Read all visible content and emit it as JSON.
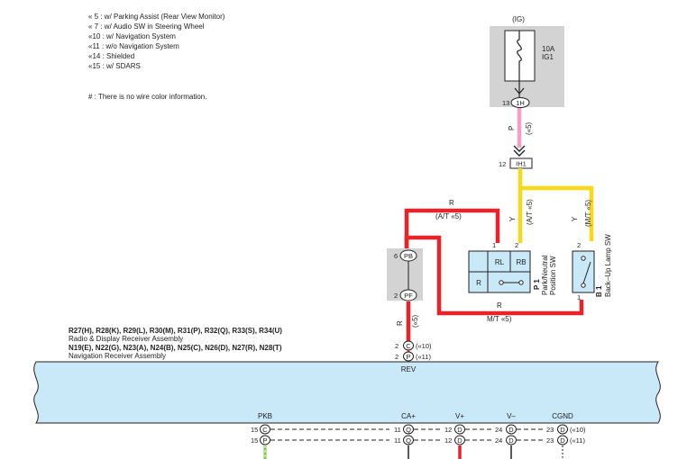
{
  "notes": [
    "« 5 : w/ Parking Assist (Rear View Monitor)",
    "« 7 : w/ Audio SW in Steering Wheel",
    "«10 : w/ Navigation System",
    "«11 : w/o Navigation System",
    "«14 : Shielded",
    "«15 : w/ SDARS"
  ],
  "footnote": "# : There is no wire color information.",
  "fuse": {
    "source": "(IG)",
    "rating": "10A",
    "name": "IG1",
    "pin": "13",
    "connector": "1H"
  },
  "connector_ih1": {
    "pin": "12",
    "code": "IH1",
    "mark": "(«5)"
  },
  "wires": {
    "pink": "P",
    "r_top": "R",
    "r_top_note": "(A/T «5)",
    "y_left": "Y",
    "y_left_note": "(A/T «5)",
    "y_right": "Y",
    "y_right_note": "(M/T «5)",
    "r_bottom": "R",
    "r_bottom_note": "M/T «5)",
    "r_vert": "R",
    "r_vert_note": "(«5)"
  },
  "junction": {
    "pin_top": "6",
    "code_top": "PB",
    "pin_bot": "2",
    "code_bot": "PF"
  },
  "park_sw": {
    "pin_rl": "1",
    "pin_rb": "2",
    "rl": "RL",
    "rb": "RB",
    "r": "R",
    "code": "P 1",
    "name_line1": "Park/Neutral",
    "name_line2": "Position SW"
  },
  "backup_sw": {
    "pin_top": "2",
    "pin_bot": "1",
    "code": "B 1",
    "name": "Back–Up Lamp SW"
  },
  "radio": {
    "models": "R27(H), R28(K), R29(L), R30(M), R31(P), R32(Q), R33(S), R34(U)",
    "name": "Radio & Display Receiver Assembly",
    "pin": "2",
    "conn": "C",
    "mark": "(«10)"
  },
  "nav": {
    "models": "N19(E), N22(G), N23(A), N24(B), N25(C), N26(D), N27(R), N28(T)",
    "name": "Navigation Receiver Assembly",
    "pin": "2",
    "conn": "P",
    "mark": "(«11)"
  },
  "rev_label": "REV",
  "terminals": [
    {
      "label": "PKB",
      "pin_top": "15",
      "conn_top": "C",
      "pin_bot": "15",
      "conn_bot": "P"
    },
    {
      "label": "CA+",
      "pin_top": "11",
      "conn_top": "Q",
      "pin_bot": "11",
      "conn_bot": "Q"
    },
    {
      "label": "V+",
      "pin_top": "12",
      "conn_top": "D",
      "pin_bot": "12",
      "conn_bot": "D"
    },
    {
      "label": "V–",
      "pin_top": "24",
      "conn_top": "D",
      "pin_bot": "24",
      "conn_bot": "D"
    },
    {
      "label": "CGND",
      "pin_top": "23",
      "conn_top": "D",
      "pin_bot": "23",
      "conn_bot": "D",
      "mark_top": "(«10)",
      "mark_bot": "(«11)"
    }
  ],
  "colors": {
    "red": "#e8232a",
    "yellow": "#f7d915",
    "pink": "#f2a0c8",
    "green": "#7dc142",
    "light_blue": "#c9e8f8",
    "gray_box": "#d3d3d3"
  }
}
